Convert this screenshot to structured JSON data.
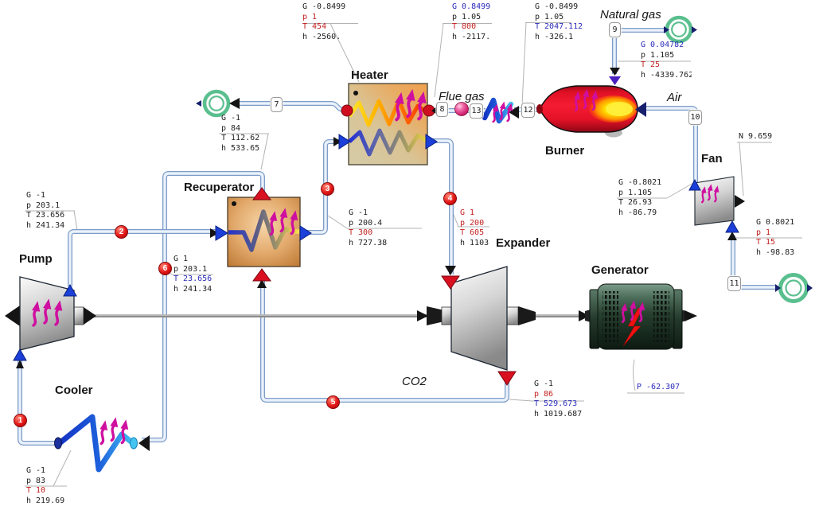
{
  "components": {
    "pump": "Pump",
    "cooler": "Cooler",
    "recuperator": "Recuperator",
    "heater": "Heater",
    "burner": "Burner",
    "expander": "Expander",
    "generator": "Generator",
    "fan": "Fan"
  },
  "streams": {
    "natural_gas": "Natural gas",
    "flue_gas": "Flue gas",
    "air": "Air",
    "co2": "CO2"
  },
  "nodes": {
    "n1": "1",
    "n2": "2",
    "n3": "3",
    "n4": "4",
    "n5": "5",
    "n6": "6",
    "n7": "7",
    "n8": "8",
    "n9": "9",
    "n10": "10",
    "n11": "11",
    "n12": "12",
    "n13": "13"
  },
  "labels": {
    "flue_stack": {
      "rows": [
        "G -0.8499",
        "p 1",
        "T 454",
        "h -2560."
      ]
    },
    "flue_heater_in": {
      "rows": [
        "G 0.8499",
        "p 1.05",
        "T 800",
        "h -2117."
      ]
    },
    "burner_out": {
      "rows": [
        "G -0.8499",
        "p 1.05",
        "T 2047.112",
        "h -326.1"
      ]
    },
    "fuel": {
      "rows": [
        "G 0.04782",
        "p 1.105",
        "T 25",
        "h -4339.762"
      ]
    },
    "fan_out": {
      "rows": [
        "G -0.8021",
        "p 1.105",
        "T 26.93",
        "h -86.79"
      ]
    },
    "fan_power": {
      "rows": [
        "N 9.659"
      ]
    },
    "air_src": {
      "rows": [
        "G 0.8021",
        "p 1",
        "T 15",
        "h -98.83"
      ]
    },
    "recup_hot_out": {
      "rows": [
        "G -1",
        "p 84",
        "T 112.62",
        "h 533.65"
      ]
    },
    "pump_out": {
      "rows": [
        "G -1",
        "p 203.1",
        "T 23.656",
        "h 241.34"
      ]
    },
    "line6": {
      "rows": [
        "G 1",
        "p 203.1",
        "T 23.656",
        "h 241.34"
      ]
    },
    "heater_co2_in": {
      "rows": [
        "G -1",
        "p 200.4",
        "T 300",
        "h 727.38"
      ]
    },
    "heater_co2_out": {
      "rows": [
        "G 1",
        "p 200",
        "T 605",
        "h 1103"
      ]
    },
    "expander_out": {
      "rows": [
        "G -1",
        "p 86",
        "T 529.673",
        "h 1019.687"
      ]
    },
    "cooler_out": {
      "rows": [
        "G -1",
        "p 83",
        "T 10",
        "h 219.69"
      ]
    },
    "gen_power": {
      "rows": [
        "P -62.307"
      ]
    }
  },
  "colors": {
    "pipe_edge": "#7d9cc8",
    "pipe_fill": "#e9f1fb",
    "temp_red": "#c42020",
    "value_blue": "#2b2bbb",
    "node_red": "#e01010",
    "heat_magenta": "#cf0fa0",
    "terminal_green": "#5abf8e",
    "burner_red": "#ee1428",
    "generator_green": "#27402f"
  }
}
